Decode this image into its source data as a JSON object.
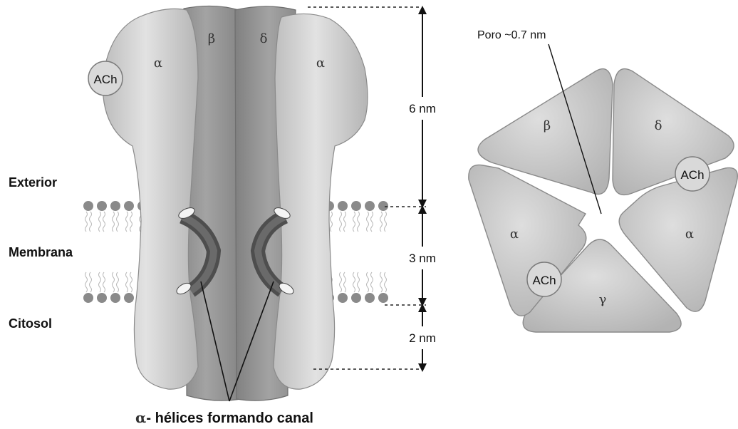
{
  "side_view": {
    "subunits": {
      "alpha_left": "α",
      "beta": "β",
      "delta": "δ",
      "alpha_right": "α"
    },
    "ach": "ACh",
    "regions": {
      "exterior": "Exterior",
      "membrane": "Membrana",
      "cytosol": "Citosol"
    },
    "dimensions": {
      "top": "6 nm",
      "middle": "3 nm",
      "bottom": "2 nm"
    },
    "helix_caption": {
      "greek": "α",
      "text": "- hélices formando canal"
    }
  },
  "top_view": {
    "pore_label": "Poro ~0.7 nm",
    "subunits": {
      "beta": "β",
      "delta": "δ",
      "alpha_left": "α",
      "alpha_right": "α",
      "gamma": "γ"
    },
    "ach_upper": "ACh",
    "ach_lower": "ACh"
  },
  "colors": {
    "subunit_light": "#c8c8c8",
    "subunit_dark": "#8e8e8e",
    "helix": "#555555",
    "lipid_head": "#8a8a8a"
  }
}
